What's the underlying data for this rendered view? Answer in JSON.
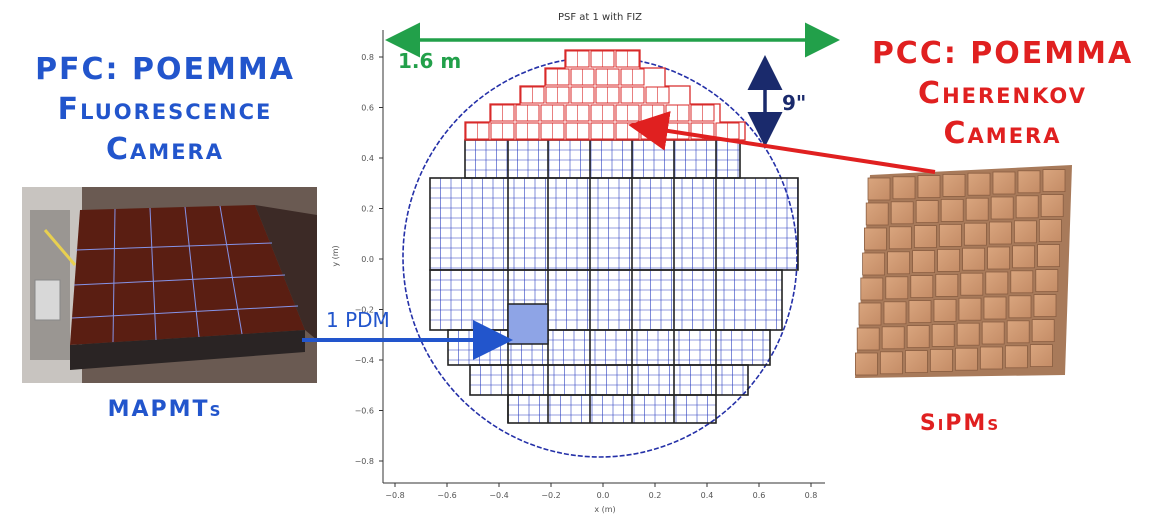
{
  "left": {
    "title_lines": [
      "PFC: POEMMA",
      "Fluorescence",
      "Camera"
    ],
    "photo_label": "MAPMTs"
  },
  "right": {
    "title_lines": [
      "PCC: POEMMA",
      "Cherenkov",
      "Camera"
    ],
    "photo_label": "SiPMs"
  },
  "annotations": {
    "width": "1.6 m",
    "height": "9\"",
    "pdm": "1 PDM"
  },
  "plot": {
    "title": "PSF at 1 with FIZ",
    "xlabel": "x (m)",
    "ylabel": "y (m)",
    "x_ticks": [
      "−0.8",
      "−0.6",
      "−0.4",
      "−0.2",
      "0.0",
      "0.2",
      "0.4",
      "0.6",
      "0.8"
    ],
    "y_ticks": [
      "0.8",
      "0.6",
      "0.4",
      "0.2",
      "0.0",
      "−0.2",
      "−0.4",
      "−0.6",
      "−0.8"
    ]
  },
  "colors": {
    "pfc": "#2255cc",
    "pcc": "#e02020",
    "width_arrow": "#22a04a",
    "height_arrow": "#1a2a6c"
  }
}
